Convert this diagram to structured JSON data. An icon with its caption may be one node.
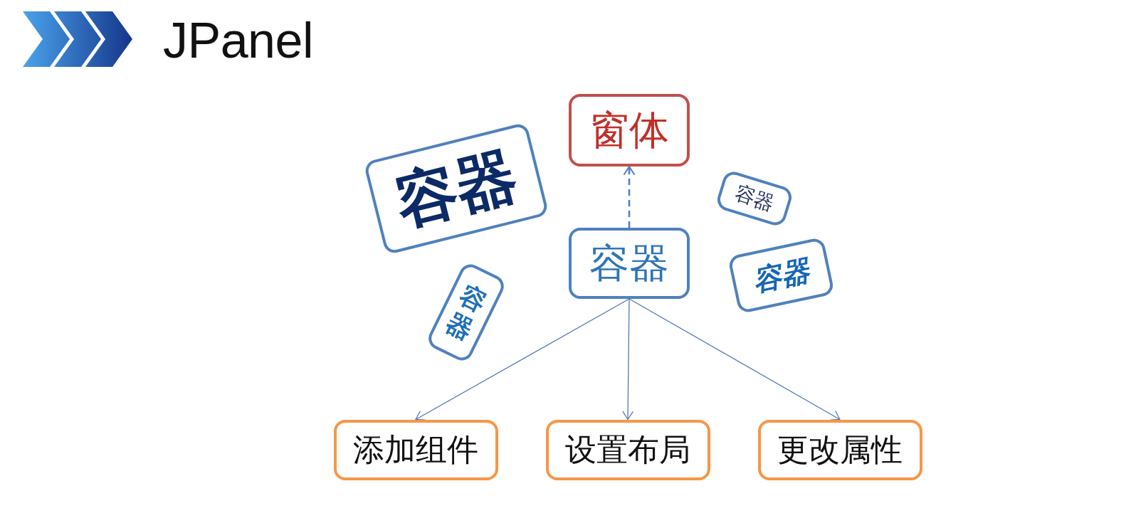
{
  "diagram": {
    "title": "JPanel",
    "nodes": [
      {
        "text": [
          "窗体"
        ]
      },
      {
        "text": [
          "容器"
        ]
      },
      {
        "text": [
          "容器"
        ]
      },
      {
        "text": [
          "容器"
        ]
      },
      {
        "text": [
          "容器"
        ]
      },
      {
        "text": [
          "容器"
        ]
      },
      {
        "text": [
          "添加组件"
        ]
      },
      {
        "text": [
          "设置布局"
        ]
      },
      {
        "text": [
          "更改属性"
        ]
      }
    ],
    "edges": [
      {
        "from": 3,
        "to": 0,
        "arrow": "to",
        "style": "dashed"
      },
      {
        "from": 3,
        "to": 6,
        "arrow": "to"
      },
      {
        "from": 3,
        "to": 7,
        "arrow": "to"
      },
      {
        "from": 3,
        "to": 8,
        "arrow": "to"
      }
    ]
  }
}
